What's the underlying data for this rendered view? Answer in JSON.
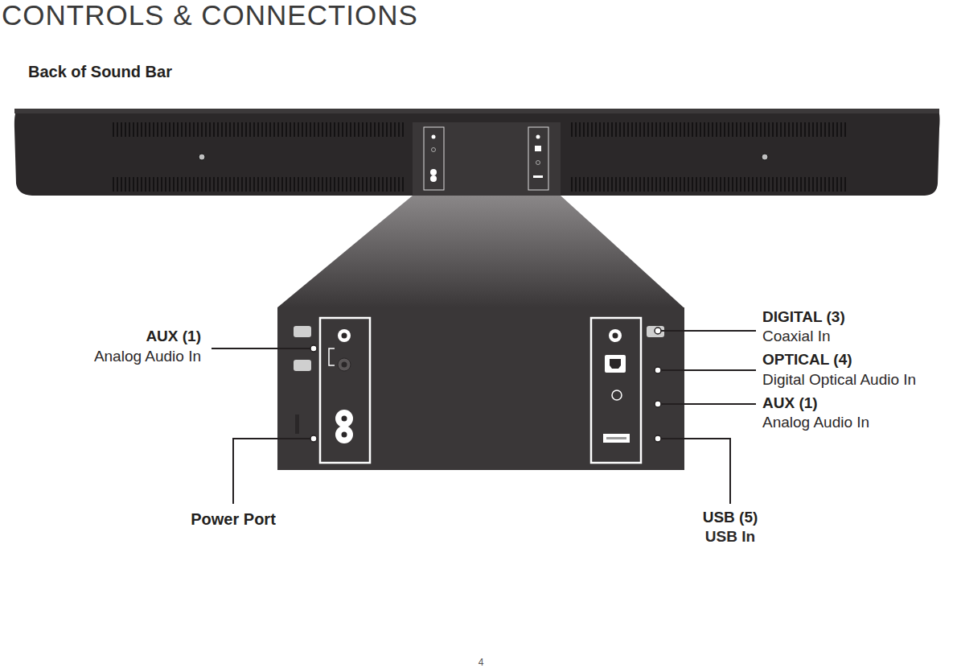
{
  "diagram": {
    "title": "CONTROLS & CONNECTIONS",
    "labels": [
      "Back of Sound Bar",
      "AUX (1)",
      "Analog Audio In",
      "DIGITAL (3)",
      "Coaxial In",
      "OPTICAL (4)",
      "Digital Optical Audio In",
      "AUX (1)",
      "Analog Audio In",
      "Power Port",
      "USB (5)",
      "USB In",
      "4"
    ]
  }
}
